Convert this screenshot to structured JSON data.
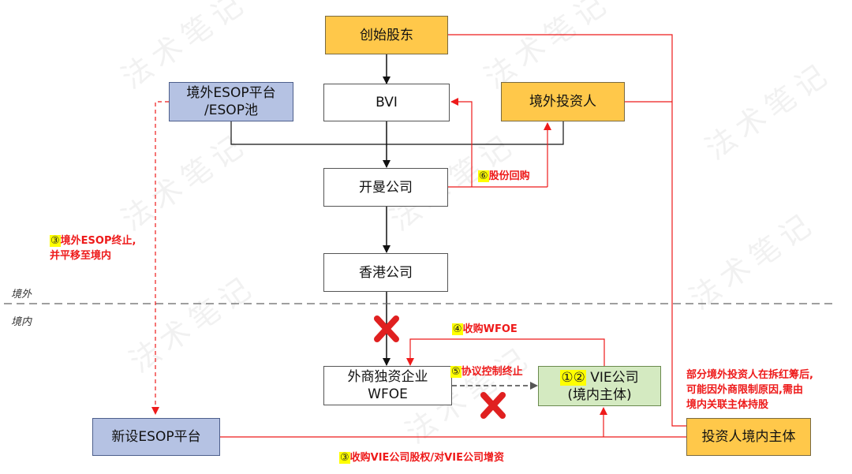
{
  "nodes": {
    "founder": "创始股东",
    "bvi": "BVI",
    "esop_offshore": [
      "境外ESOP平台",
      "/ESOP池"
    ],
    "offshore_investor": "境外投资人",
    "cayman": "开曼公司",
    "hk": "香港公司",
    "wfoe": [
      "外商独资企业",
      "WFOE"
    ],
    "vie": {
      "marker": "①②",
      "line1": " VIE公司",
      "line2": "(境内主体)"
    },
    "new_esop": "新设ESOP平台",
    "investor_domestic": "投资人境内主体"
  },
  "labels": {
    "share_buyback": {
      "marker": "⑥",
      "text": "股份回购"
    },
    "esop_terminate": {
      "marker": "③",
      "line1": "境外ESOP终止,",
      "line2": "并平移至境内"
    },
    "acquire_wfoe": {
      "marker": "④",
      "text": "收购WFOE"
    },
    "agreement_terminate": {
      "marker": "⑤",
      "text": "协议控制终止"
    },
    "acquire_vie": {
      "marker": "③",
      "text": "收购VIE公司股权/对VIE公司增资"
    },
    "investor_note": [
      "部分境外投资人在拆红筹后,",
      "可能因外商限制原因,需由",
      "境内关联主体持股"
    ]
  },
  "regions": {
    "offshore": "境外",
    "onshore": "境内"
  },
  "watermark": "法术笔记",
  "colors": {
    "yellow": "#ffc84a",
    "blue": "#b5c2e3",
    "green": "#d4eac1",
    "red": "#ee1a1a",
    "highlight": "#ffff00"
  }
}
